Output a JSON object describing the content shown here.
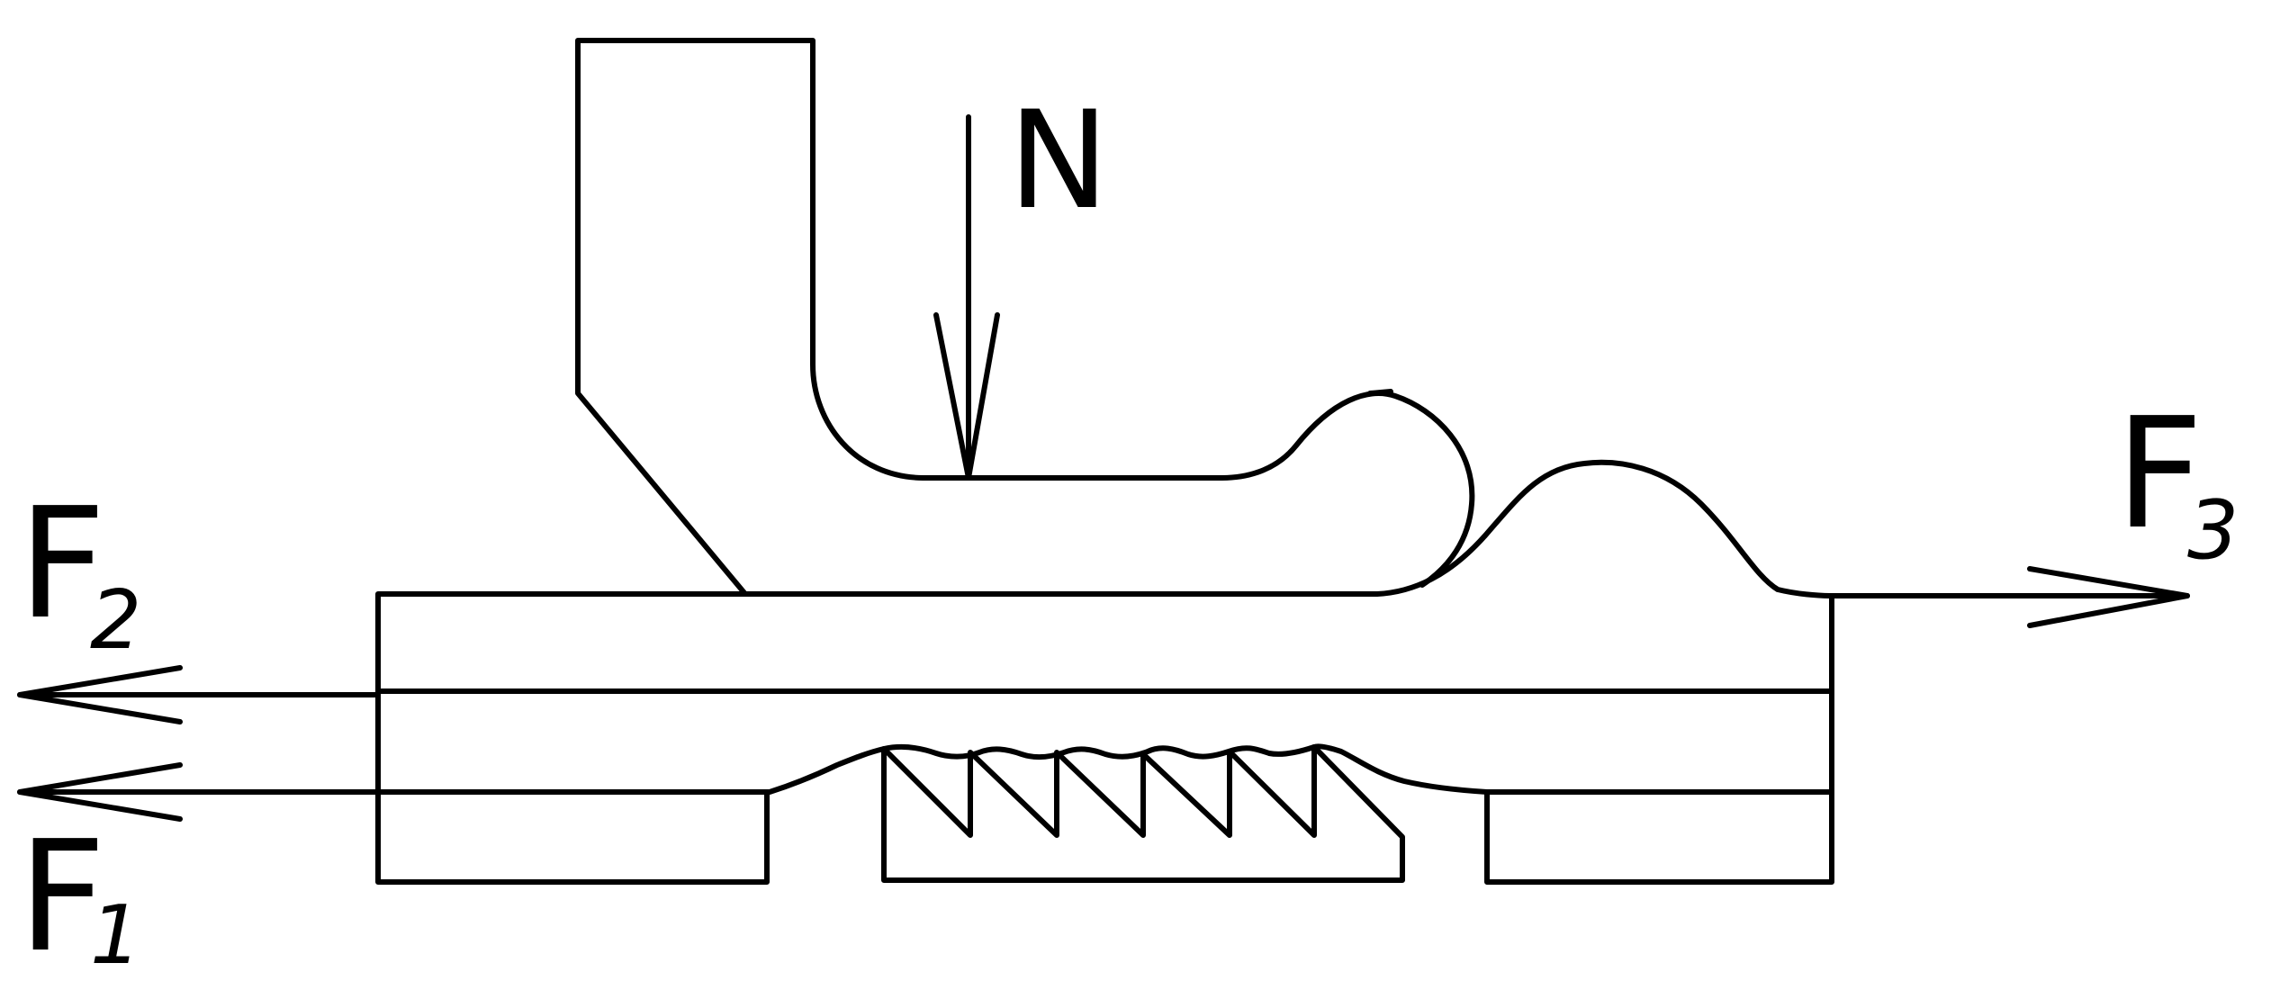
{
  "labels": {
    "n": "N",
    "f1": "F",
    "f1_sub": "1",
    "f2": "F",
    "f2_sub": "2",
    "f3": "F",
    "f3_sub": "3"
  },
  "colors": {
    "line": "#000000",
    "background": "#ffffff"
  }
}
